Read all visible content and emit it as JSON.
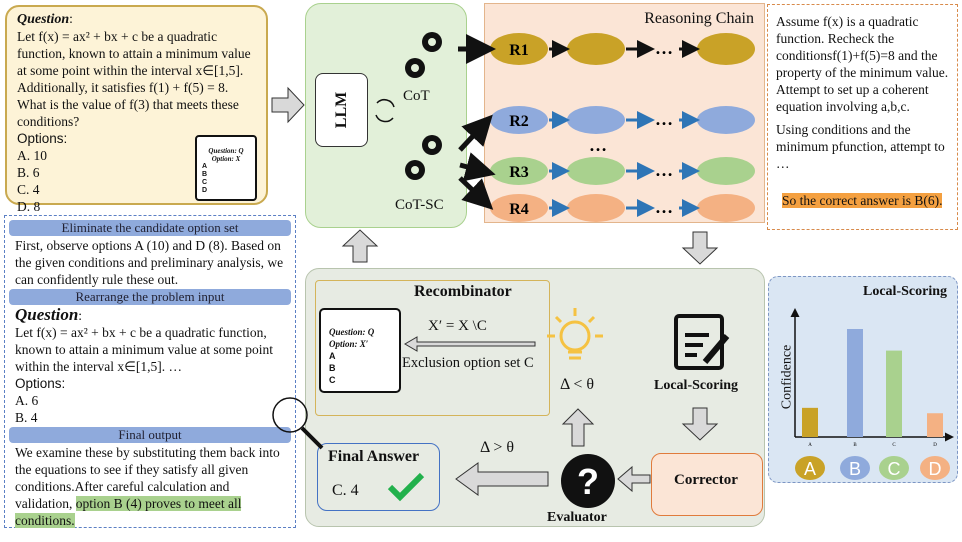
{
  "question": {
    "title": "Question",
    "colon": ":",
    "lines": [
      "Let f(x) = ax² + bx + c be a quadratic",
      "function, known to attain a minimum value",
      "at some point within the interval x∈[1,5].",
      "Additionally, it satisfies f(1) + f(5) = 8.",
      "What is the value of f(3) that meets these",
      "conditions?"
    ],
    "options_label": "Options:",
    "options": [
      "A. 10",
      "B. 6",
      "C. 4",
      "D. 8"
    ],
    "clipboard": {
      "q": "Question: Q",
      "o": "Option: X",
      "letters": [
        "A",
        "B",
        "C",
        "D"
      ]
    }
  },
  "process": {
    "eliminate_header": "Eliminate the candidate option set",
    "eliminate_text": "First, observe options A (10) and D (8). Based on the given conditions and preliminary analysis, we can confidently rule these out.",
    "rearrange_header": "Rearrange the problem input",
    "question_title": "Question",
    "question_text": "Let f(x) = ax² + bx + c be a quadratic function, known to attain a minimum value at some point within the interval x∈[1,5]. …",
    "options_label": "Options:",
    "options": [
      "A. 6",
      "B. 4"
    ],
    "final_header": "Final output",
    "final_text": "We examine these by substituting them back into the equations to see if they satisfy all given conditions.After careful calculation and validation, ",
    "final_highlight": "option B (4) proves to meet all conditions."
  },
  "llm": {
    "label": "LLM",
    "cot": "CoT",
    "cotsc": "CoT-SC"
  },
  "chain": {
    "title": "Reasoning Chain",
    "rows": [
      {
        "label": "R1",
        "color": "#c9a227"
      },
      {
        "label": "R2",
        "color": "#8faadc"
      },
      {
        "label": "R3",
        "color": "#a9d18e"
      },
      {
        "label": "R4",
        "color": "#f4b183"
      }
    ],
    "ellipsis": "…"
  },
  "reasoning_text": {
    "p1": "Assume f(x) is a quadratic function. Recheck the conditionsf(1)+f(5)=8 and the property of the minimum value. Attempt to set up a coherent equation involving a,b,c.",
    "p2": "Using conditions and the minimum pfunction, attempt to …",
    "answer": "So the correct answer is  B(6)."
  },
  "recombinator": {
    "title": "Recombinator",
    "formula": "X′ = X \\C",
    "exclusion": "Exclusion option set C",
    "clipboard": {
      "q": "Question: Q",
      "o": "Option:",
      "x": "X′",
      "letters": [
        "A",
        "B",
        "C"
      ]
    }
  },
  "evaluator": {
    "label": "Evaluator",
    "lt": "Δ < θ",
    "gt": "Δ > θ"
  },
  "local_scoring": {
    "label": "Local-Scoring"
  },
  "corrector": {
    "label": "Corrector"
  },
  "final_answer": {
    "title": "Final Answer",
    "value": "C. 4"
  },
  "chart_data": {
    "type": "bar",
    "title": "Local-Scoring",
    "ylabel": "Confidence",
    "categories": [
      "A",
      "B",
      "C",
      "D"
    ],
    "values": [
      0.27,
      1.0,
      0.8,
      0.22
    ],
    "colors": [
      "#c9a227",
      "#8faadc",
      "#a9d18e",
      "#f4b183"
    ],
    "grid": false
  }
}
